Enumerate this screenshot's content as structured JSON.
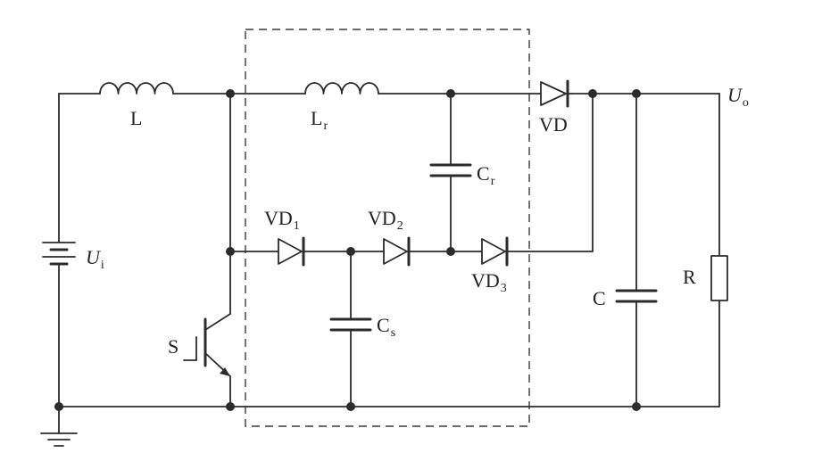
{
  "diagram": {
    "components": {
      "source": {
        "label": "U",
        "sub": "i"
      },
      "inductor_main": {
        "label": "L"
      },
      "inductor_resonant": {
        "label": "L",
        "sub": "r"
      },
      "cap_resonant": {
        "label": "C",
        "sub": "r"
      },
      "diode_output": {
        "label": "VD"
      },
      "diode_1": {
        "label": "VD",
        "sub": "1"
      },
      "diode_2": {
        "label": "VD",
        "sub": "2"
      },
      "diode_3": {
        "label": "VD",
        "sub": "3"
      },
      "cap_snubber": {
        "label": "C",
        "sub": "s"
      },
      "switch": {
        "label": "S"
      },
      "cap_output": {
        "label": "C"
      },
      "resistor_load": {
        "label": "R"
      },
      "output_voltage": {
        "label": "U",
        "sub": "o"
      }
    }
  }
}
